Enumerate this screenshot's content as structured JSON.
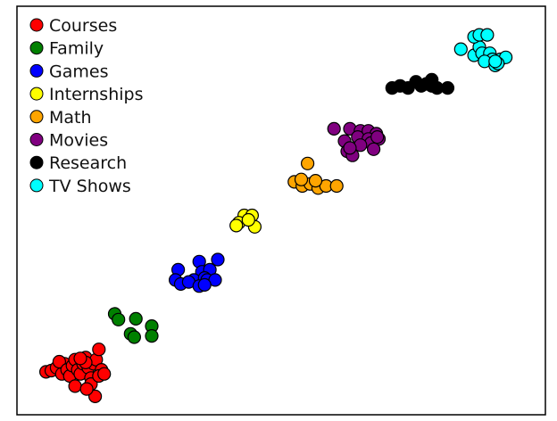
{
  "chart_data": {
    "type": "scatter",
    "title": "",
    "xlabel": "",
    "ylabel": "",
    "grid": false,
    "axes_ticks": false,
    "legend_position": "top-left",
    "xlim": [
      0,
      100
    ],
    "ylim": [
      0,
      100
    ],
    "series": [
      {
        "name": "Courses",
        "color": "#ff0000",
        "points": [
          [
            5.5,
            10.5
          ],
          [
            6.5,
            10.8
          ],
          [
            7.5,
            11.5
          ],
          [
            8.5,
            10.0
          ],
          [
            9.0,
            12.5
          ],
          [
            8.0,
            13.0
          ],
          [
            9.5,
            11.0
          ],
          [
            10.0,
            9.5
          ],
          [
            10.5,
            12.0
          ],
          [
            11.0,
            13.5
          ],
          [
            11.5,
            11.0
          ],
          [
            12.0,
            10.0
          ],
          [
            12.5,
            12.5
          ],
          [
            13.0,
            14.0
          ],
          [
            13.5,
            11.5
          ],
          [
            14.0,
            9.0
          ],
          [
            14.5,
            12.5
          ],
          [
            15.0,
            13.5
          ],
          [
            13.0,
            12.8
          ],
          [
            12.0,
            13.8
          ],
          [
            11.0,
            7.0
          ],
          [
            14.0,
            7.5
          ],
          [
            14.8,
            4.5
          ],
          [
            13.2,
            6.3
          ],
          [
            15.5,
            16.0
          ],
          [
            16.0,
            11.0
          ],
          [
            15.5,
            9.5
          ],
          [
            16.5,
            10.0
          ]
        ]
      },
      {
        "name": "Family",
        "color": "#008000",
        "points": [
          [
            18.5,
            24.7
          ],
          [
            19.2,
            23.3
          ],
          [
            22.5,
            23.5
          ],
          [
            25.5,
            21.7
          ],
          [
            21.5,
            19.8
          ],
          [
            22.2,
            19.0
          ],
          [
            25.5,
            19.3
          ]
        ]
      },
      {
        "name": "Games",
        "color": "#0000ff",
        "points": [
          [
            30.5,
            35.5
          ],
          [
            34.5,
            37.5
          ],
          [
            38.0,
            38.0
          ],
          [
            35.0,
            35.0
          ],
          [
            36.5,
            35.5
          ],
          [
            33.5,
            33.0
          ],
          [
            35.5,
            33.5
          ],
          [
            36.0,
            33.0
          ],
          [
            37.5,
            33.0
          ],
          [
            30.0,
            33.0
          ],
          [
            31.0,
            32.0
          ],
          [
            32.5,
            32.5
          ],
          [
            34.5,
            31.5
          ],
          [
            35.5,
            31.8
          ]
        ]
      },
      {
        "name": "Internships",
        "color": "#ffff00",
        "points": [
          [
            43.0,
            48.8
          ],
          [
            44.5,
            48.8
          ],
          [
            42.0,
            47.0
          ],
          [
            45.0,
            46.0
          ],
          [
            43.8,
            47.7
          ],
          [
            41.5,
            46.3
          ]
        ]
      },
      {
        "name": "Math",
        "color": "#ffa500",
        "points": [
          [
            55.0,
            61.5
          ],
          [
            52.5,
            57.0
          ],
          [
            54.0,
            56.0
          ],
          [
            55.5,
            56.5
          ],
          [
            57.0,
            55.5
          ],
          [
            58.5,
            56.0
          ],
          [
            60.5,
            56.0
          ],
          [
            56.5,
            57.3
          ],
          [
            53.8,
            57.6
          ]
        ]
      },
      {
        "name": "Movies",
        "color": "#800080",
        "points": [
          [
            60.0,
            70.0
          ],
          [
            63.0,
            70.0
          ],
          [
            65.0,
            69.5
          ],
          [
            66.5,
            69.5
          ],
          [
            68.0,
            68.8
          ],
          [
            64.5,
            68.0
          ],
          [
            66.5,
            67.5
          ],
          [
            68.5,
            67.5
          ],
          [
            67.0,
            66.5
          ],
          [
            62.0,
            67.0
          ],
          [
            65.0,
            66.0
          ],
          [
            62.5,
            64.5
          ],
          [
            63.5,
            63.5
          ],
          [
            67.5,
            65.0
          ],
          [
            63.0,
            65.3
          ],
          [
            68.2,
            68.0
          ]
        ]
      },
      {
        "name": "Research",
        "color": "#000000",
        "points": [
          [
            71.0,
            80.0
          ],
          [
            72.5,
            80.5
          ],
          [
            74.0,
            80.0
          ],
          [
            75.5,
            81.5
          ],
          [
            77.5,
            81.0
          ],
          [
            78.5,
            82.0
          ],
          [
            78.5,
            80.5
          ],
          [
            79.5,
            80.0
          ],
          [
            81.5,
            80.0
          ],
          [
            76.5,
            80.5
          ]
        ]
      },
      {
        "name": "TV Shows",
        "color": "#00ffff",
        "points": [
          [
            84.0,
            89.5
          ],
          [
            86.5,
            88.0
          ],
          [
            87.5,
            90.0
          ],
          [
            88.0,
            88.5
          ],
          [
            89.5,
            88.5
          ],
          [
            90.0,
            87.0
          ],
          [
            88.5,
            86.5
          ],
          [
            91.5,
            87.0
          ],
          [
            92.5,
            87.5
          ],
          [
            90.5,
            85.5
          ],
          [
            91.0,
            86.0
          ],
          [
            86.5,
            92.5
          ],
          [
            87.5,
            93.0
          ],
          [
            89.0,
            93.0
          ],
          [
            90.5,
            86.5
          ]
        ]
      }
    ]
  }
}
